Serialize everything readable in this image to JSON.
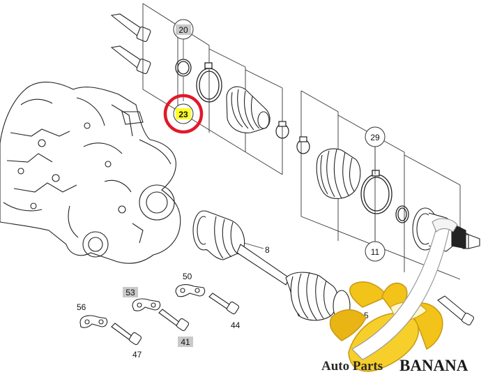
{
  "diagram": {
    "callouts": {
      "c20": {
        "label": "20",
        "style": "grey-circle"
      },
      "c23": {
        "label": "23",
        "style": "highlight-circle"
      },
      "c29": {
        "label": "29",
        "style": "circle"
      },
      "c11": {
        "label": "11",
        "style": "circle"
      }
    },
    "labels": {
      "l8": "8",
      "l50": "50",
      "l53": "53",
      "l56": "56",
      "l44": "44",
      "l41": "41",
      "l47": "47",
      "l5x": "5"
    },
    "highlight_color": "#ffff22",
    "marker_color": "#e0192a"
  },
  "watermark": {
    "text_small": "Auto Parts",
    "text_big": "BANANA",
    "icon": "banana-logo-icon",
    "colors": {
      "peel": "#f2c318",
      "peel_shadow": "#c99812"
    }
  }
}
